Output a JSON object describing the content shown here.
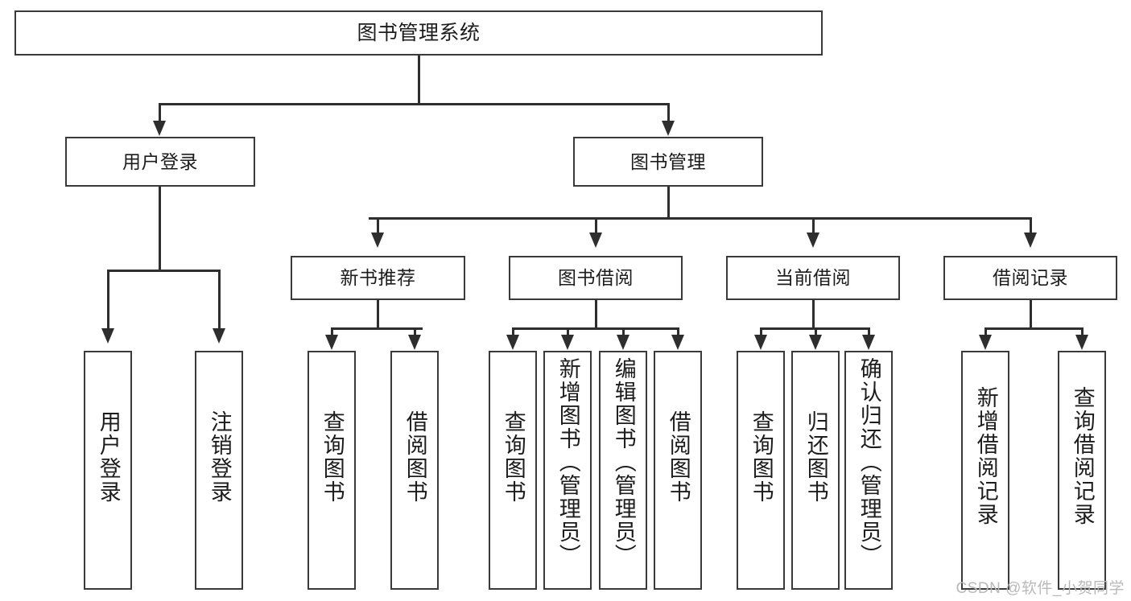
{
  "diagram": {
    "title": "图书管理系统",
    "type": "tree",
    "watermark": "CSDN @软件_小贺同学",
    "colors": {
      "box_border": "#3a3a3a",
      "connector": "#2e2e2e",
      "background": "#ffffff",
      "text": "#1c1c1c",
      "watermark": "#b9b9b9"
    },
    "root": {
      "label": "图书管理系统"
    },
    "level2": [
      {
        "label": "用户登录"
      },
      {
        "label": "图书管理"
      }
    ],
    "level3": [
      {
        "label": "新书推荐"
      },
      {
        "label": "图书借阅"
      },
      {
        "label": "当前借阅"
      },
      {
        "label": "借阅记录"
      }
    ],
    "leaves": {
      "user_login": [
        {
          "label": "用户登录"
        },
        {
          "label": "注销登录"
        }
      ],
      "new_book_recommend": [
        {
          "label": "查询图书"
        },
        {
          "label": "借阅图书"
        }
      ],
      "book_borrow": [
        {
          "label": "查询图书"
        },
        {
          "label": "新增图书（管理员）"
        },
        {
          "label": "编辑图书（管理员）"
        },
        {
          "label": "借阅图书"
        }
      ],
      "current_borrow": [
        {
          "label": "查询图书"
        },
        {
          "label": "归还图书"
        },
        {
          "label": "确认归还（管理员）"
        }
      ],
      "borrow_record": [
        {
          "label": "新增借阅记录"
        },
        {
          "label": "查询借阅记录"
        }
      ]
    }
  }
}
